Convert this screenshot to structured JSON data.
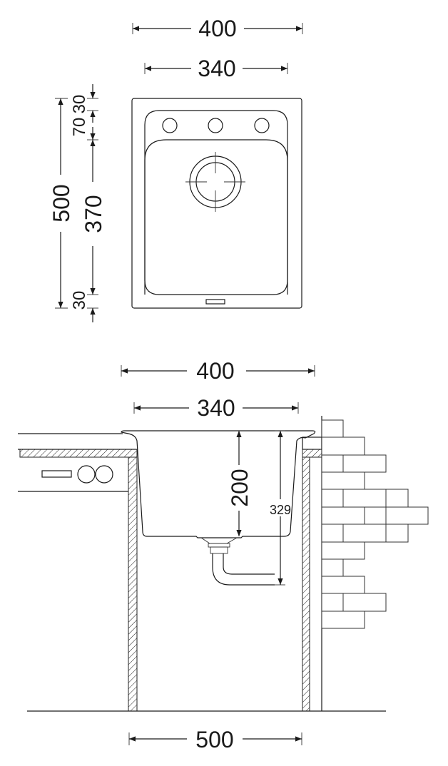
{
  "top_view": {
    "width_overall": "400",
    "width_bowl_deck": "340",
    "depth_overall": "500",
    "offset_top": "30",
    "deck_depth": "70",
    "bowl_depth_plan": "370",
    "offset_bottom": "30"
  },
  "section_view": {
    "width_overall": "400",
    "width_bowl": "340",
    "bowl_depth": "200",
    "siphon_height": "329",
    "cabinet_width": "500"
  }
}
